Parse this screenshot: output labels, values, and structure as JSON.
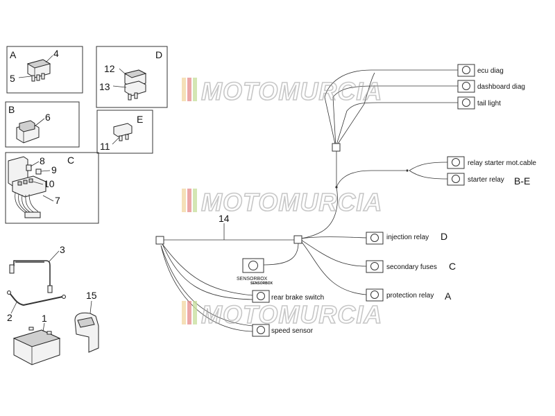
{
  "watermark": {
    "text": "MOTOMURCIA",
    "stripe_colors": [
      "#f2d6a0",
      "#e68a8a",
      "#c6de9a"
    ]
  },
  "kits": {
    "A": {
      "letter": "A",
      "numbers": [
        "4",
        "5"
      ]
    },
    "B": {
      "letter": "B",
      "numbers": [
        "6"
      ]
    },
    "C": {
      "letter": "C",
      "numbers": [
        "8",
        "9",
        "10",
        "7"
      ]
    },
    "D": {
      "letter": "D",
      "numbers": [
        "12",
        "13"
      ]
    },
    "E": {
      "letter": "E",
      "numbers": [
        "11"
      ]
    }
  },
  "loose_parts": {
    "p3": "3",
    "p2": "2",
    "p1": "1",
    "p15": "15"
  },
  "harness": {
    "main_label": "14",
    "connectors": {
      "ecu_diag": "ecu diag",
      "dashboard_diag": "dashboard diag",
      "tail_light": "tail light",
      "relay_starter_mot_cable": "relay starter mot.cable",
      "starter_relay": "starter relay",
      "starter_relay_ref": "B-E",
      "injection_relay": "injection relay",
      "injection_relay_ref": "D",
      "secondary_fuses": "secondary fuses",
      "secondary_fuses_ref": "C",
      "protection_relay": "protection relay",
      "protection_relay_ref": "A",
      "rear_brake_switch": "rear brake switch",
      "speed_sensor": "speed sensor",
      "sensorbox": "SENSORBOX",
      "sensorbox_small": "SENSORBOX"
    }
  }
}
